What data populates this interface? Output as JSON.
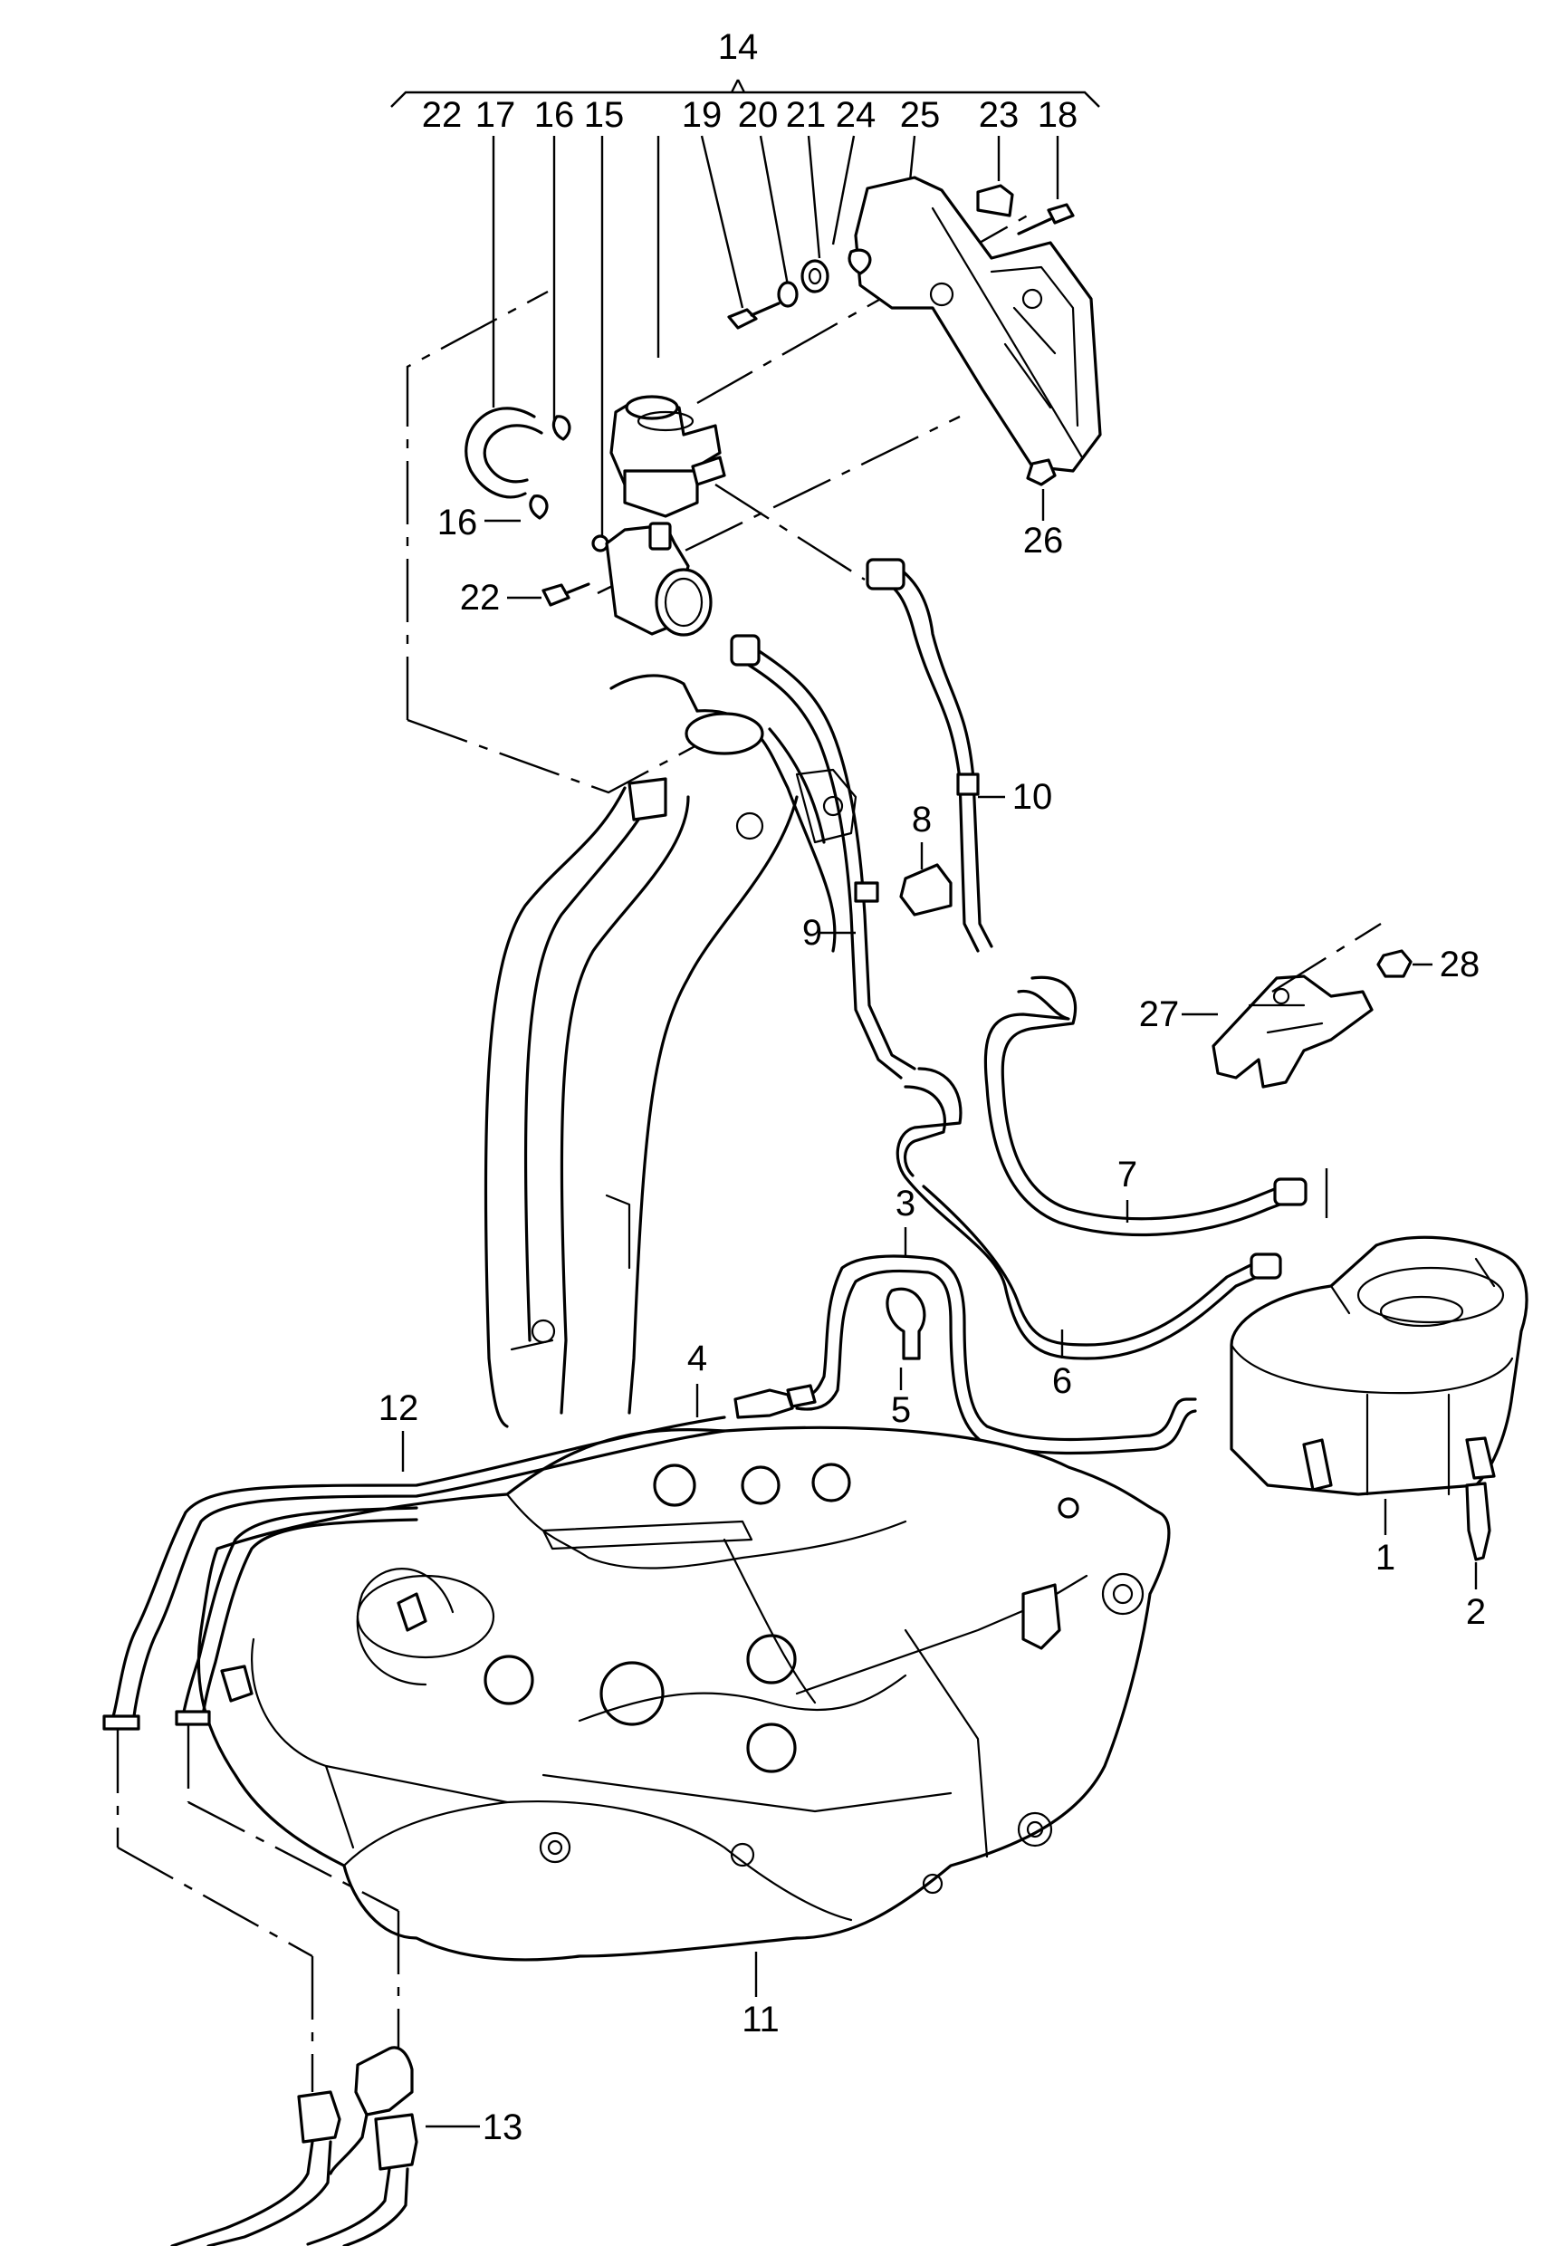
{
  "diagram": {
    "labels": [
      {
        "id": "group-14",
        "text": "14"
      },
      {
        "id": "t22",
        "text": "22"
      },
      {
        "id": "t17",
        "text": "17"
      },
      {
        "id": "t16",
        "text": "16"
      },
      {
        "id": "t15",
        "text": "15"
      },
      {
        "id": "t19",
        "text": "19"
      },
      {
        "id": "t20",
        "text": "20"
      },
      {
        "id": "t21",
        "text": "21"
      },
      {
        "id": "t24",
        "text": "24"
      },
      {
        "id": "t25",
        "text": "25"
      },
      {
        "id": "t23",
        "text": "23"
      },
      {
        "id": "t18",
        "text": "18"
      },
      {
        "id": "l16",
        "text": "16"
      },
      {
        "id": "l22",
        "text": "22"
      },
      {
        "id": "l26",
        "text": "26"
      },
      {
        "id": "l10",
        "text": "10"
      },
      {
        "id": "l8",
        "text": "8"
      },
      {
        "id": "l9",
        "text": "9"
      },
      {
        "id": "l28",
        "text": "28"
      },
      {
        "id": "l27",
        "text": "27"
      },
      {
        "id": "l7",
        "text": "7"
      },
      {
        "id": "l3",
        "text": "3"
      },
      {
        "id": "l4",
        "text": "4"
      },
      {
        "id": "l5",
        "text": "5"
      },
      {
        "id": "l6",
        "text": "6"
      },
      {
        "id": "l12",
        "text": "12"
      },
      {
        "id": "l1",
        "text": "1"
      },
      {
        "id": "l2",
        "text": "2"
      },
      {
        "id": "l11",
        "text": "11"
      },
      {
        "id": "l13",
        "text": "13"
      }
    ]
  }
}
